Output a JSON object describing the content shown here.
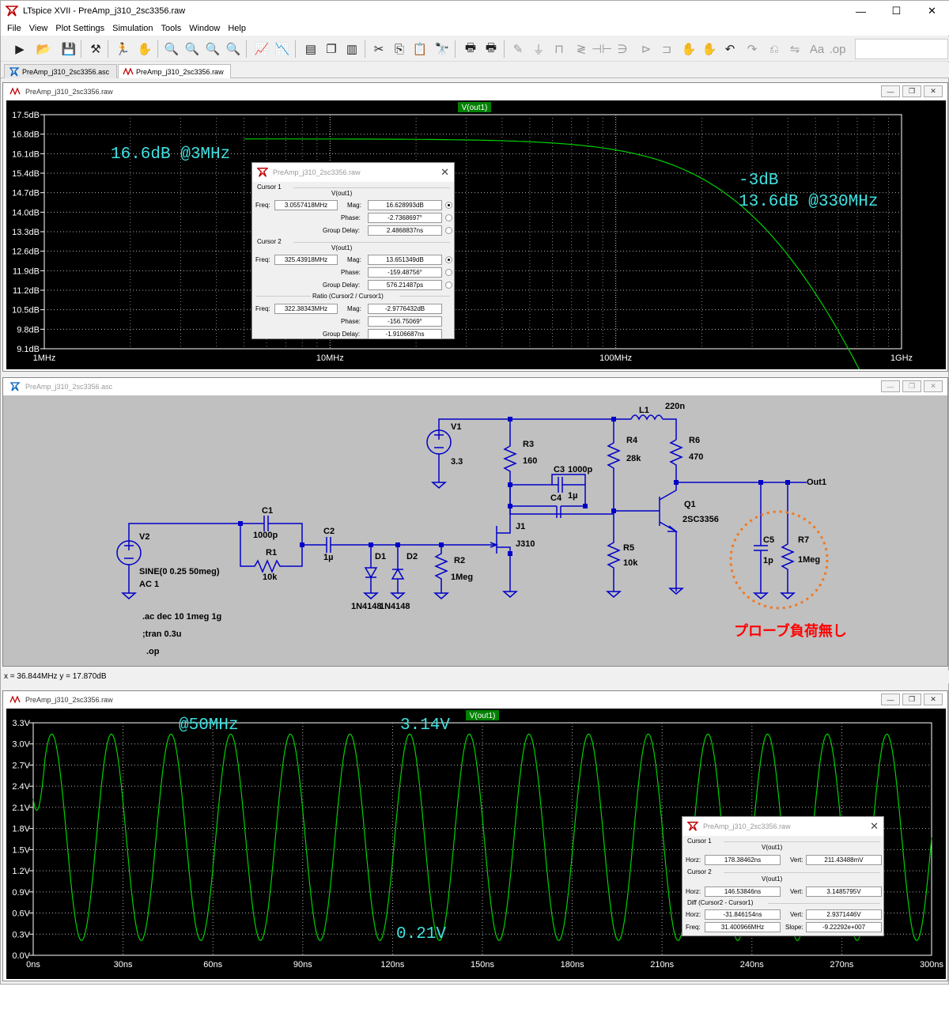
{
  "app": {
    "title": "LTspice XVII - PreAmp_j310_2sc3356.raw"
  },
  "menu": [
    "File",
    "View",
    "Plot Settings",
    "Simulation",
    "Tools",
    "Window",
    "Help"
  ],
  "tabs": [
    {
      "label": "PreAmp_j310_2sc3356.asc",
      "active": false
    },
    {
      "label": "PreAmp_j310_2sc3356.raw",
      "active": true
    }
  ],
  "colors": {
    "trace": "#00d000",
    "annotation": "#40e0e0",
    "grid": "#b0b0b0",
    "schematic_wire": "#0000c8",
    "probe_note": "#ff0000",
    "probe_circle": "#f07820"
  },
  "ac_plot": {
    "window_title": "PreAmp_j310_2sc3356.raw",
    "trace_label": "V(out1)",
    "y_ticks": [
      "17.5dB",
      "16.8dB",
      "16.1dB",
      "15.4dB",
      "14.7dB",
      "14.0dB",
      "13.3dB",
      "12.6dB",
      "11.9dB",
      "11.2dB",
      "10.5dB",
      "9.8dB",
      "9.1dB"
    ],
    "x_ticks": [
      "1MHz",
      "10MHz",
      "100MHz",
      "1GHz"
    ],
    "annot1": "16.6dB @3MHz",
    "annot2": "-3dB",
    "annot3": "13.6dB @330MHz"
  },
  "ac_cursor": {
    "title": "PreAmp_j310_2sc3356.raw",
    "c1_label": "Cursor 1",
    "c1_trace": "V(out1)",
    "c1_freq": "3.0557418MHz",
    "c1_mag": "16.628993dB",
    "c1_phase": "-2.7368697°",
    "c1_gd": "2.4868837ns",
    "c2_label": "Cursor 2",
    "c2_trace": "V(out1)",
    "c2_freq": "325.43918MHz",
    "c2_mag": "13.651349dB",
    "c2_phase": "-159.48756°",
    "c2_gd": "576.21487ps",
    "ratio_label": "Ratio (Cursor2 / Cursor1)",
    "r_freq": "322.38343MHz",
    "r_mag": "-2.9776432dB",
    "r_phase": "-156.75069°",
    "r_gd": "-1.9106687ns",
    "freq_label": "Freq:",
    "mag_label": "Mag:",
    "phase_label": "Phase:",
    "gd_label": "Group Delay:"
  },
  "schematic": {
    "window_title": "PreAmp_j310_2sc3356.asc",
    "labels": {
      "V1": "V1",
      "V1val": "3.3",
      "V2": "V2",
      "V2val1": "SINE(0 0.25 50meg)",
      "V2val2": "AC 1",
      "C1": "C1",
      "C1val": "1000p",
      "R1": "R1",
      "R1val": "10k",
      "C2": "C2",
      "C2val": "1µ",
      "D1": "D1",
      "D1val": "1N4148",
      "D2": "D2",
      "D2val": "1N4148",
      "R2": "R2",
      "R2val": "1Meg",
      "J1": "J1",
      "J1val": "J310",
      "R3": "R3",
      "R3val": "160",
      "C3": "C3",
      "C3val": "1000p",
      "C4": "C4",
      "C4val": "1µ",
      "R4": "R4",
      "R4val": "28k",
      "R5": "R5",
      "R5val": "10k",
      "L1": "L1",
      "L1val": "220n",
      "R6": "R6",
      "R6val": "470",
      "Q1": "Q1",
      "Q1val": "2SC3356",
      "C5": "C5",
      "C5val": "1p",
      "R7": "R7",
      "R7val": "1Meg",
      "out": "Out1"
    },
    "directives": [
      ".ac dec 10 1meg 1g",
      ";tran 0.3u",
      ".op"
    ],
    "probe_note": "プローブ負荷無し"
  },
  "status": {
    "text": "x = 36.844MHz    y = 17.870dB"
  },
  "tran_plot": {
    "window_title": "PreAmp_j310_2sc3356.raw",
    "trace_label": "V(out1)",
    "y_ticks": [
      "3.3V",
      "3.0V",
      "2.7V",
      "2.4V",
      "2.1V",
      "1.8V",
      "1.5V",
      "1.2V",
      "0.9V",
      "0.6V",
      "0.3V",
      "0.0V"
    ],
    "x_ticks": [
      "0ns",
      "30ns",
      "60ns",
      "90ns",
      "120ns",
      "150ns",
      "180ns",
      "210ns",
      "240ns",
      "270ns",
      "300ns"
    ],
    "annot1": "@50MHz",
    "annot2": "3.14V",
    "annot3": "0.21V"
  },
  "tran_cursor": {
    "title": "PreAmp_j310_2sc3356.raw",
    "c1_label": "Cursor 1",
    "c1_trace": "V(out1)",
    "c1_horz": "178.38462ns",
    "c1_vert": "211.43488mV",
    "c2_label": "Cursor 2",
    "c2_trace": "V(out1)",
    "c2_horz": "146.53846ns",
    "c2_vert": "3.1485795V",
    "diff_label": "Diff (Cursor2 - Cursor1)",
    "d_horz": "-31.846154ns",
    "d_vert": "2.9371446V",
    "d_freq": "31.400966MHz",
    "d_slope": "-9.22292e+007",
    "horz_label": "Horz:",
    "vert_label": "Vert:",
    "freq_label": "Freq:",
    "slope_label": "Slope:"
  }
}
